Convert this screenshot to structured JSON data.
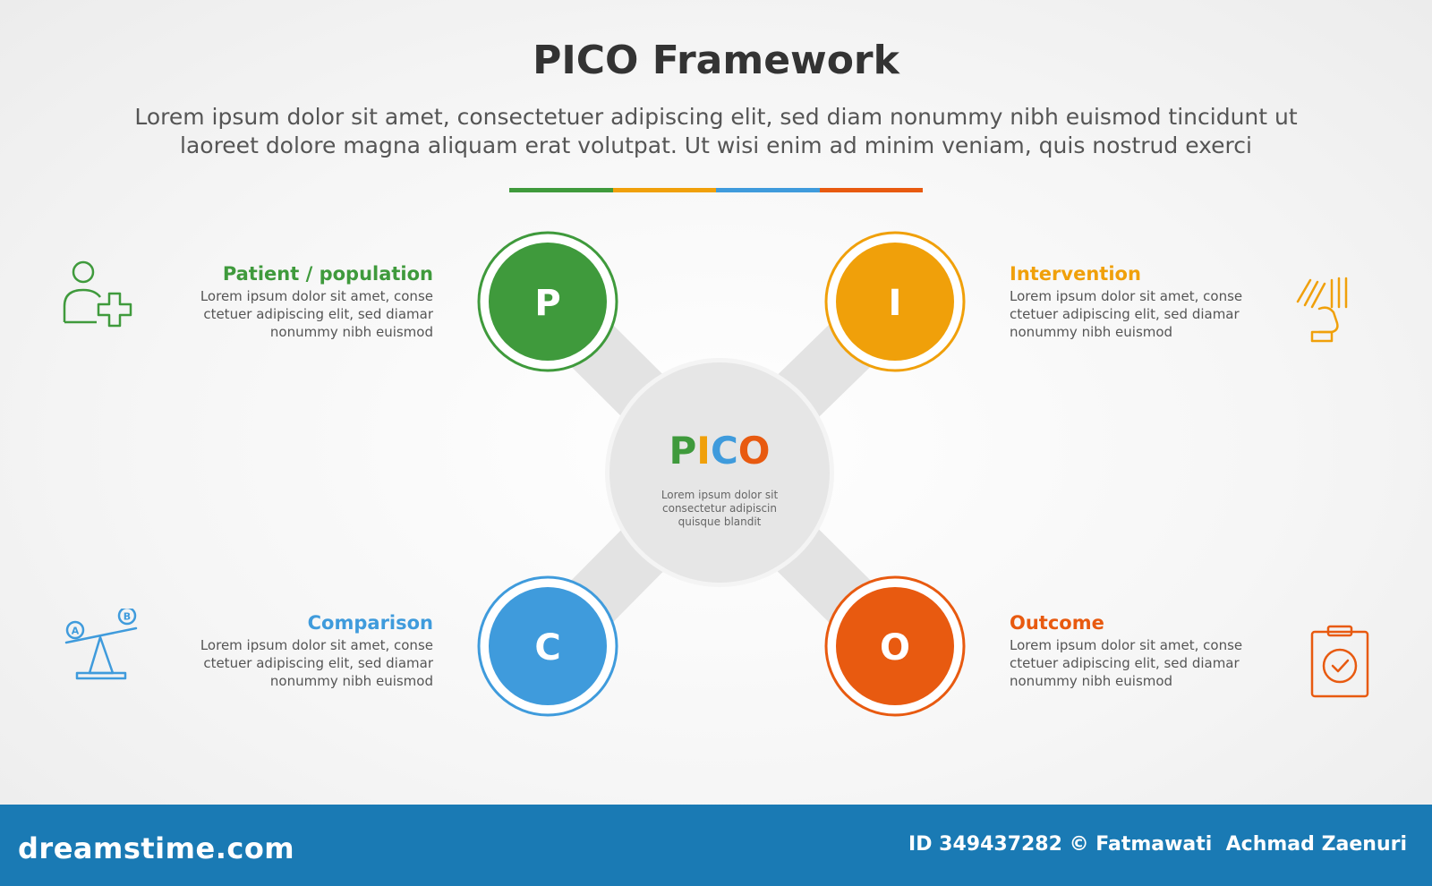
{
  "header": {
    "title": "PICO Framework",
    "subtitle_line1": "Lorem ipsum dolor sit amet, consectetuer adipiscing elit, sed diam nonummy nibh euismod tincidunt ut",
    "subtitle_line2": "laoreet dolore magna aliquam erat volutpat. Ut wisi enim ad minim veniam, quis nostrud exerci"
  },
  "colors": {
    "green": "#3f9a3c",
    "orange": "#f0a00a",
    "blue": "#3f9bdc",
    "red": "#e85a10",
    "hub": "#e6e6e6",
    "text": "#333333"
  },
  "hub": {
    "letters": [
      "P",
      "I",
      "C",
      "O"
    ],
    "text_line1": "Lorem ipsum dolor sit",
    "text_line2": "consectetur adipiscin",
    "text_line3": "quisque blandit"
  },
  "nodes": [
    {
      "letter": "P",
      "color": "#3f9a3c"
    },
    {
      "letter": "I",
      "color": "#f0a00a"
    },
    {
      "letter": "C",
      "color": "#3f9bdc"
    },
    {
      "letter": "O",
      "color": "#e85a10"
    }
  ],
  "sections": {
    "patient": {
      "heading": "Patient / population",
      "line1": "Lorem ipsum dolor sit amet, conse",
      "line2": "ctetuer adipiscing elit, sed diamar",
      "line3": "nonummy nibh euismod",
      "icon": "patient-add-icon"
    },
    "intervention": {
      "heading": "Intervention",
      "line1": "Lorem ipsum dolor sit amet, conse",
      "line2": "ctetuer adipiscing elit, sed diamar",
      "line3": "nonummy nibh euismod",
      "icon": "hand-stack-icon"
    },
    "comparison": {
      "heading": "Comparison",
      "line1": "Lorem ipsum dolor sit amet, conse",
      "line2": "ctetuer adipiscing elit, sed diamar",
      "line3": "nonummy nibh euismod",
      "icon": "seesaw-ab-icon"
    },
    "outcome": {
      "heading": "Outcome",
      "line1": "Lorem ipsum dolor sit amet, conse",
      "line2": "ctetuer adipiscing elit, sed diamar",
      "line3": "nonummy nibh euismod",
      "icon": "clipboard-check-icon"
    }
  },
  "footer": {
    "brand": "dreamstime.com",
    "credit": "ID 349437282 © Fatmawati  Achmad Zaenuri"
  }
}
